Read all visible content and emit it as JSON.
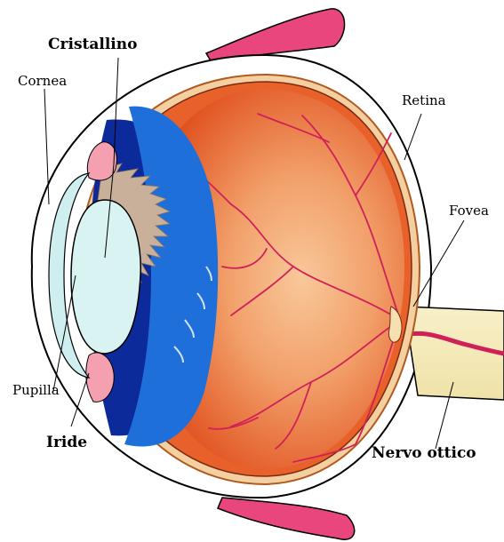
{
  "diagram": {
    "labels": {
      "cristallino": "Cristallino",
      "cornea": "Cornea",
      "retina": "Retina",
      "fovea": "Fovea",
      "pupilla": "Pupilla",
      "iride": "Iride",
      "nervo_ottico": "Nervo ottico"
    }
  },
  "colors": {
    "sclera_outline": "#000000",
    "choroid_orange": "#e8602a",
    "vitreous_core": "#f4b27c",
    "vessels": "#d0205a",
    "lens_blue": "#1f6fdb",
    "ciliary_beige": "#c8b09a",
    "cornea_cyan": "#cfeef0",
    "muscle_pink": "#e8467c",
    "nerve_yellow": "#f6eec0"
  }
}
